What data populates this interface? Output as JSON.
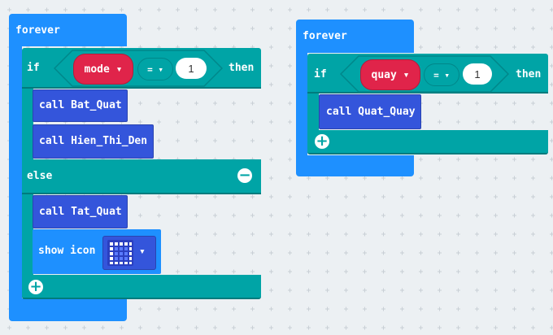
{
  "colors": {
    "loop": "#1e90ff",
    "logic": "#00a4a6",
    "call": "#3455db",
    "variable": "#e0244a",
    "workspace": "#ecf0f3"
  },
  "block1": {
    "forever_label": "forever",
    "if_label": "if",
    "variable": "mode",
    "operator": "=",
    "value": "1",
    "then_label": "then",
    "calls": [
      "call Bat_Quat",
      "call Hien_Thi_Den"
    ],
    "else_label": "else",
    "else_call": "call Tat_Quat",
    "show_icon_label": "show icon",
    "add_icon": "plus-circle-icon",
    "remove_icon": "minus-circle-icon"
  },
  "block2": {
    "forever_label": "forever",
    "if_label": "if",
    "variable": "quay",
    "operator": "=",
    "value": "1",
    "then_label": "then",
    "call": "call Quat_Quay",
    "add_icon": "plus-circle-icon"
  },
  "dropdown_glyph": "▾",
  "plus_glyph": "+",
  "minus_glyph": "−"
}
